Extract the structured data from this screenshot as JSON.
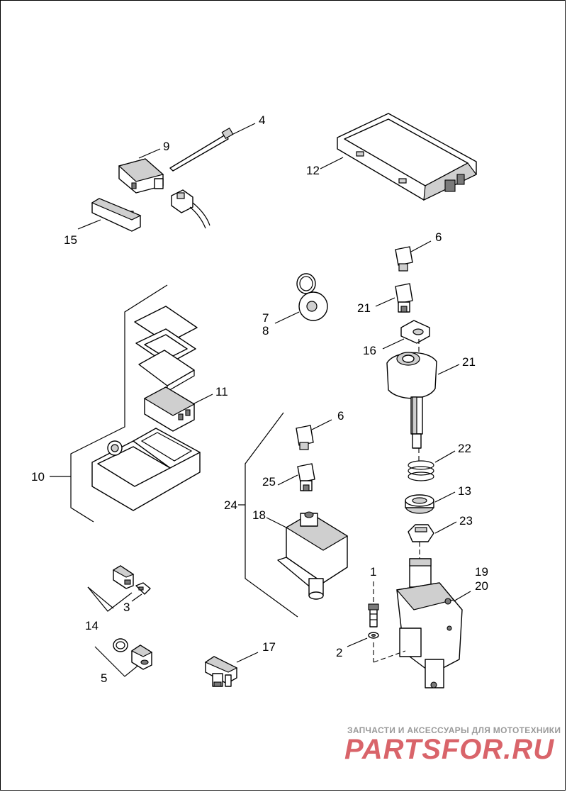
{
  "labels": {
    "l1": "1",
    "l2": "2",
    "l3": "3",
    "l4": "4",
    "l5": "5",
    "l6a": "6",
    "l6b": "6",
    "l7": "7",
    "l8": "8",
    "l9": "9",
    "l10": "10",
    "l11": "11",
    "l12": "12",
    "l13": "13",
    "l14": "14",
    "l15": "15",
    "l16": "16",
    "l17": "17",
    "l18": "18",
    "l19": "19",
    "l20": "20",
    "l21a": "21",
    "l21b": "21",
    "l22": "22",
    "l23": "23",
    "l24": "24",
    "l25": "25"
  },
  "watermark": {
    "tagline": "ЗАПЧАСТИ И АКСЕССУАРЫ ДЛЯ МОТОТЕХНИКИ",
    "logo": "PARTSFOR.RU"
  }
}
